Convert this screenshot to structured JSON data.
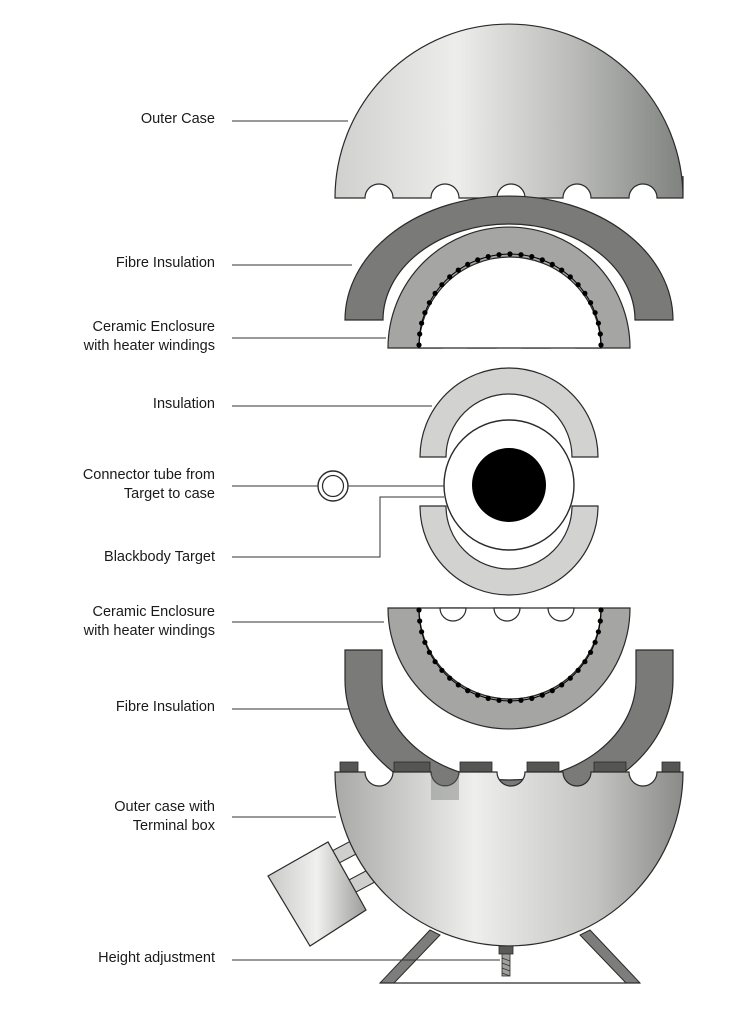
{
  "labels": {
    "outer_case": "Outer Case",
    "fibre_insulation_top": "Fibre Insulation",
    "ceramic_top_line1": "Ceramic Enclosure",
    "ceramic_top_line2": "with heater windings",
    "insulation": "Insulation",
    "connector_line1": "Connector tube from",
    "connector_line2": "Target to case",
    "blackbody_target": "Blackbody Target",
    "ceramic_bottom_line1": "Ceramic Enclosure",
    "ceramic_bottom_line2": "with heater windings",
    "fibre_insulation_bottom": "Fibre Insulation",
    "outer_case_terminal_line1": "Outer case with",
    "outer_case_terminal_line2": "Terminal box",
    "height_adjustment": "Height adjustment"
  },
  "colors": {
    "case_light": "#e6e6e3",
    "case_dark": "#8a8c88",
    "fibre": "#7a7b79",
    "ceramic": "#a5a6a4",
    "insulation": "#d2d3d1",
    "target": "#000000",
    "outline": "#2a2a2a"
  }
}
